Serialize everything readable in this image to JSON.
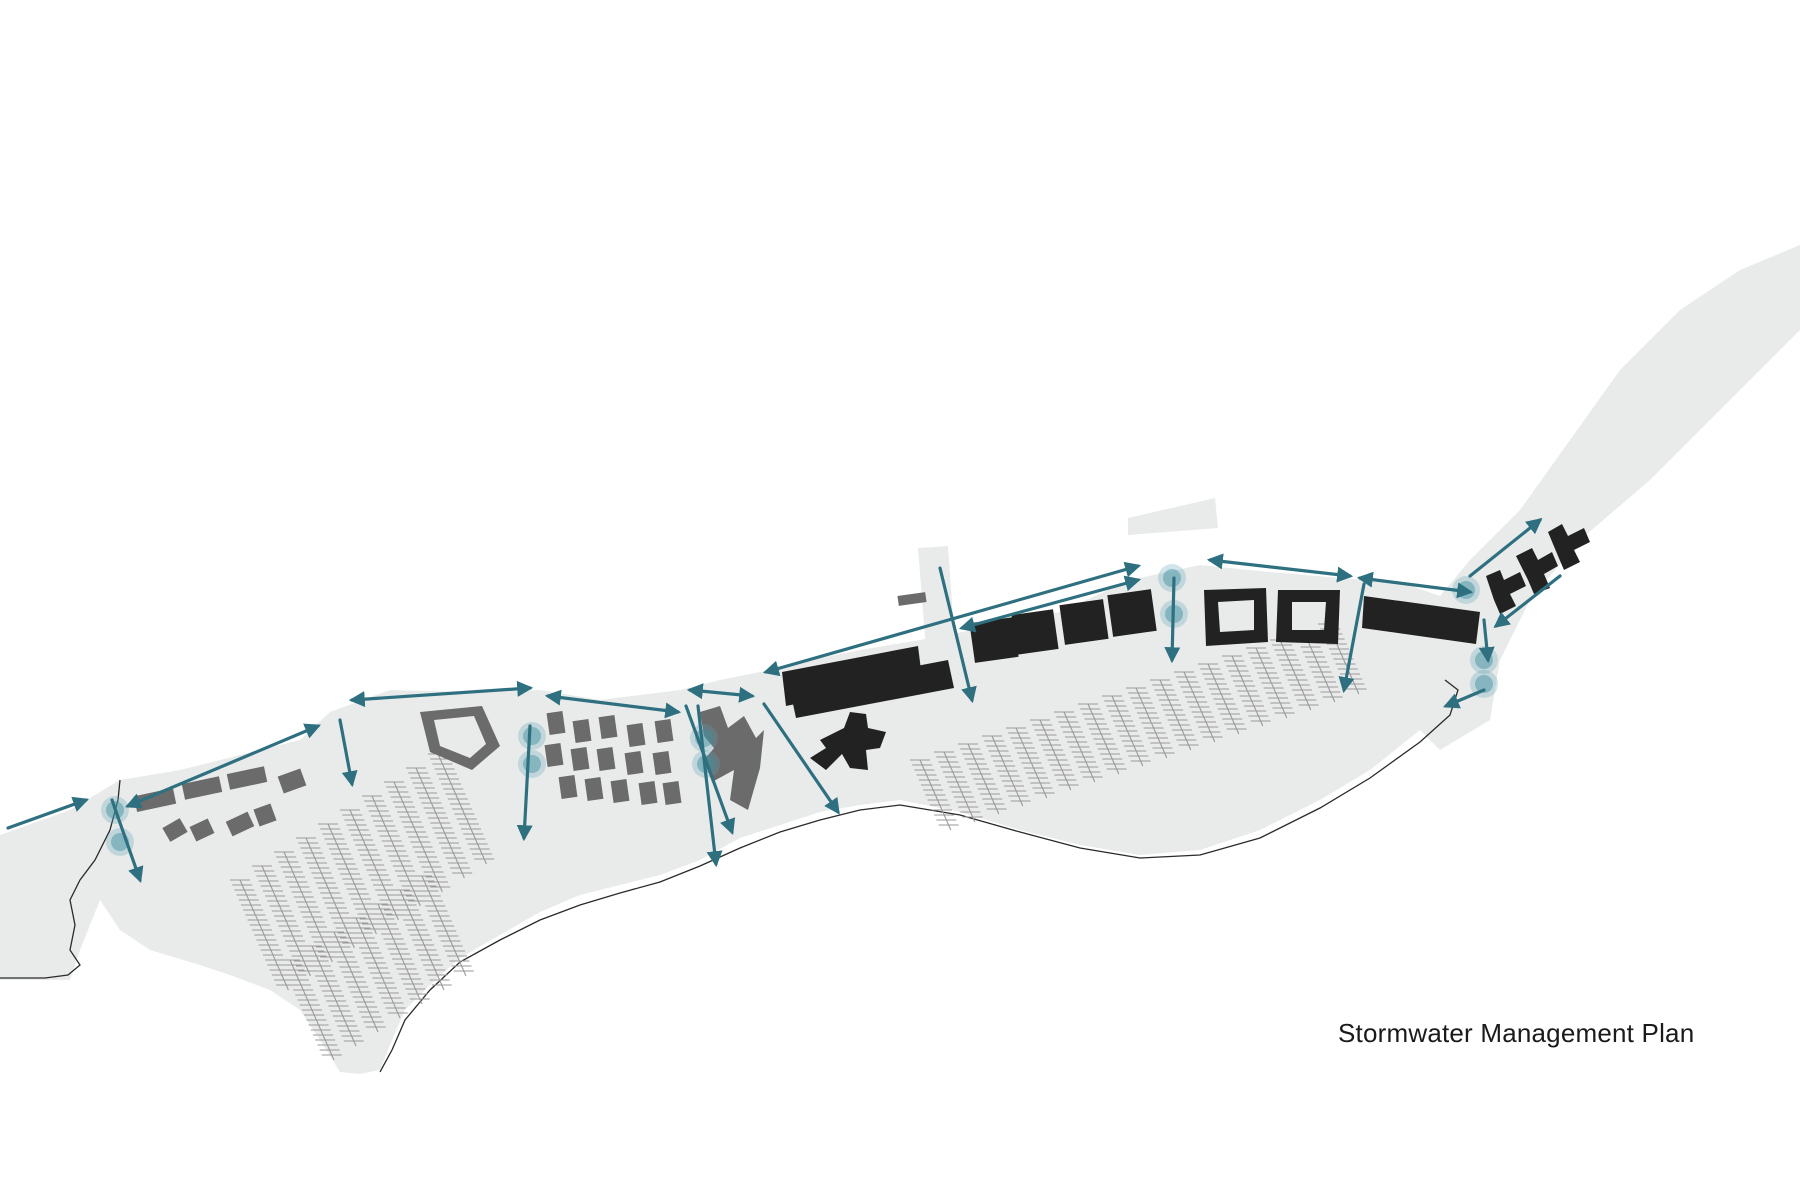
{
  "title": "Stormwater Management Plan",
  "colors": {
    "land": "#e9ebea",
    "flow_arrow": "#2e7080",
    "bioretention": "#3c8d9e",
    "building_existing": "#6b6b6b",
    "building_proposed": "#222222",
    "coastline": "#2a2a2a",
    "marina_slips": "#9a9a9a"
  },
  "legend_symbols": [
    "flow-arrow",
    "bioretention-basin",
    "building",
    "marina-dock"
  ]
}
